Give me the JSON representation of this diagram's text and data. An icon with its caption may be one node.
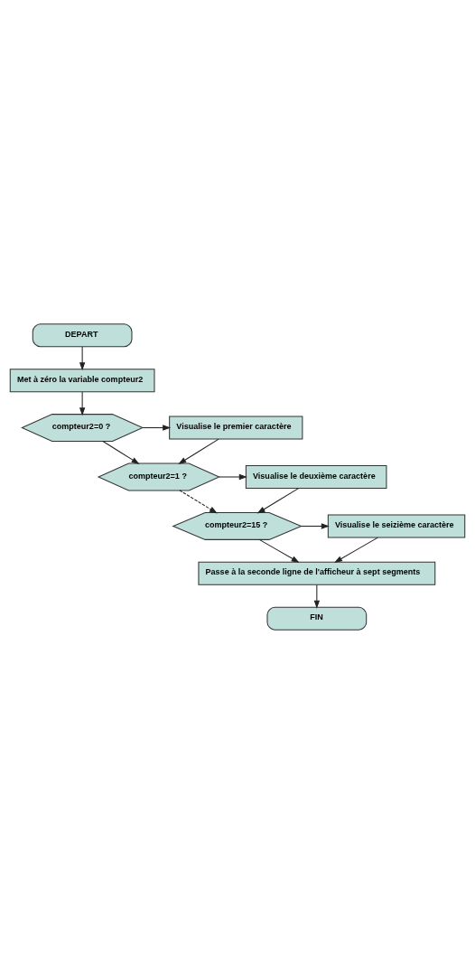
{
  "diagram": {
    "nodes": [
      {
        "text": [
          "DEPART"
        ]
      },
      {
        "text": [
          "Met à zéro la variable compteur2"
        ]
      },
      {
        "text": [
          "compteur2=0 ?"
        ]
      },
      {
        "text": [
          "Visualise le premier caractère"
        ]
      },
      {
        "text": [
          "compteur2=1 ?"
        ]
      },
      {
        "text": [
          "Visualise le deuxième caractère"
        ]
      },
      {
        "text": [
          "compteur2=15 ?"
        ]
      },
      {
        "text": [
          "Visualise le seizième caractère"
        ]
      },
      {
        "text": [
          "Passe à la seconde ligne de l'afficheur à sept segments"
        ]
      },
      {
        "text": [
          "FIN"
        ]
      }
    ],
    "edges": [
      {
        "from": 0,
        "to": 1,
        "arrow": "to"
      },
      {
        "from": 1,
        "to": 2,
        "arrow": "to"
      },
      {
        "from": 2,
        "to": 3,
        "arrow": "to"
      },
      {
        "from": 2,
        "to": 4,
        "arrow": "to"
      },
      {
        "from": 3,
        "to": 4,
        "arrow": "to"
      },
      {
        "from": 4,
        "to": 5,
        "arrow": "to"
      },
      {
        "from": 4,
        "to": 6,
        "arrow": "to",
        "style": "dashed"
      },
      {
        "from": 5,
        "to": 6,
        "arrow": "to"
      },
      {
        "from": 6,
        "to": 7,
        "arrow": "to"
      },
      {
        "from": 6,
        "to": 8,
        "arrow": "to"
      },
      {
        "from": 7,
        "to": 8,
        "arrow": "to"
      },
      {
        "from": 8,
        "to": 9,
        "arrow": "to"
      }
    ]
  }
}
